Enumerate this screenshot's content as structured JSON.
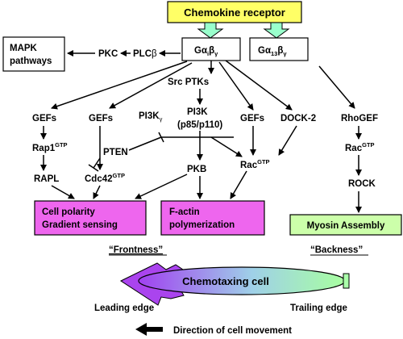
{
  "nodes": {
    "chemokine_receptor": "Chemokine receptor",
    "g_alpha_i": {
      "base": "Gα",
      "sub1": "i",
      "b": "β",
      "sub2": "γ"
    },
    "g_alpha_13": {
      "base": "Gα",
      "sub1": "13",
      "b": "β",
      "sub2": "γ"
    },
    "mapk_line1": "MAPK",
    "mapk_line2": "pathways",
    "pkc": "PKC",
    "plc": {
      "base": "PLC",
      "sym": "β"
    },
    "src_ptks": "Src PTKs",
    "gefs_left": "GEFs",
    "gefs_mid": "GEFs",
    "pi3k_gamma": {
      "base": "PI3K",
      "sub": "γ"
    },
    "pi3k_p85_line1": "PI3K",
    "pi3k_p85_line2": "(p85/p110)",
    "gefs_right": "GEFs",
    "dock2": "DOCK-2",
    "rhogef": "RhoGEF",
    "rap1": {
      "base": "Rap1",
      "sup": "GTP"
    },
    "pten": "PTEN",
    "rac_mid": {
      "base": "Rac",
      "sup": "GTP"
    },
    "rac_right": {
      "base": "Rac",
      "sup": "GTP"
    },
    "rapl": "RAPL",
    "cdc42": {
      "base": "Cdc42",
      "sup": "GTP"
    },
    "pkb": "PKB",
    "rock": "ROCK",
    "cell_polarity_line1": "Cell polarity",
    "cell_polarity_line2": "Gradient sensing",
    "factin_line1": "F-actin",
    "factin_line2": "polymerization",
    "myosin": "Myosin Assembly"
  },
  "labels": {
    "frontness": "“Frontness”",
    "backness": "“Backness”",
    "chemotaxing_cell": "Chemotaxing cell",
    "leading_edge": "Leading edge",
    "trailing_edge": "Trailing edge",
    "direction": "Direction of cell movement"
  },
  "colors": {
    "receptor_fill": "#ffff66",
    "magenta_box": "#ee66ee",
    "green_box": "#ccffaa",
    "block_arrow": "#99ffcc",
    "cell_left": "#aa44ee",
    "cell_right": "#aaffaa"
  }
}
